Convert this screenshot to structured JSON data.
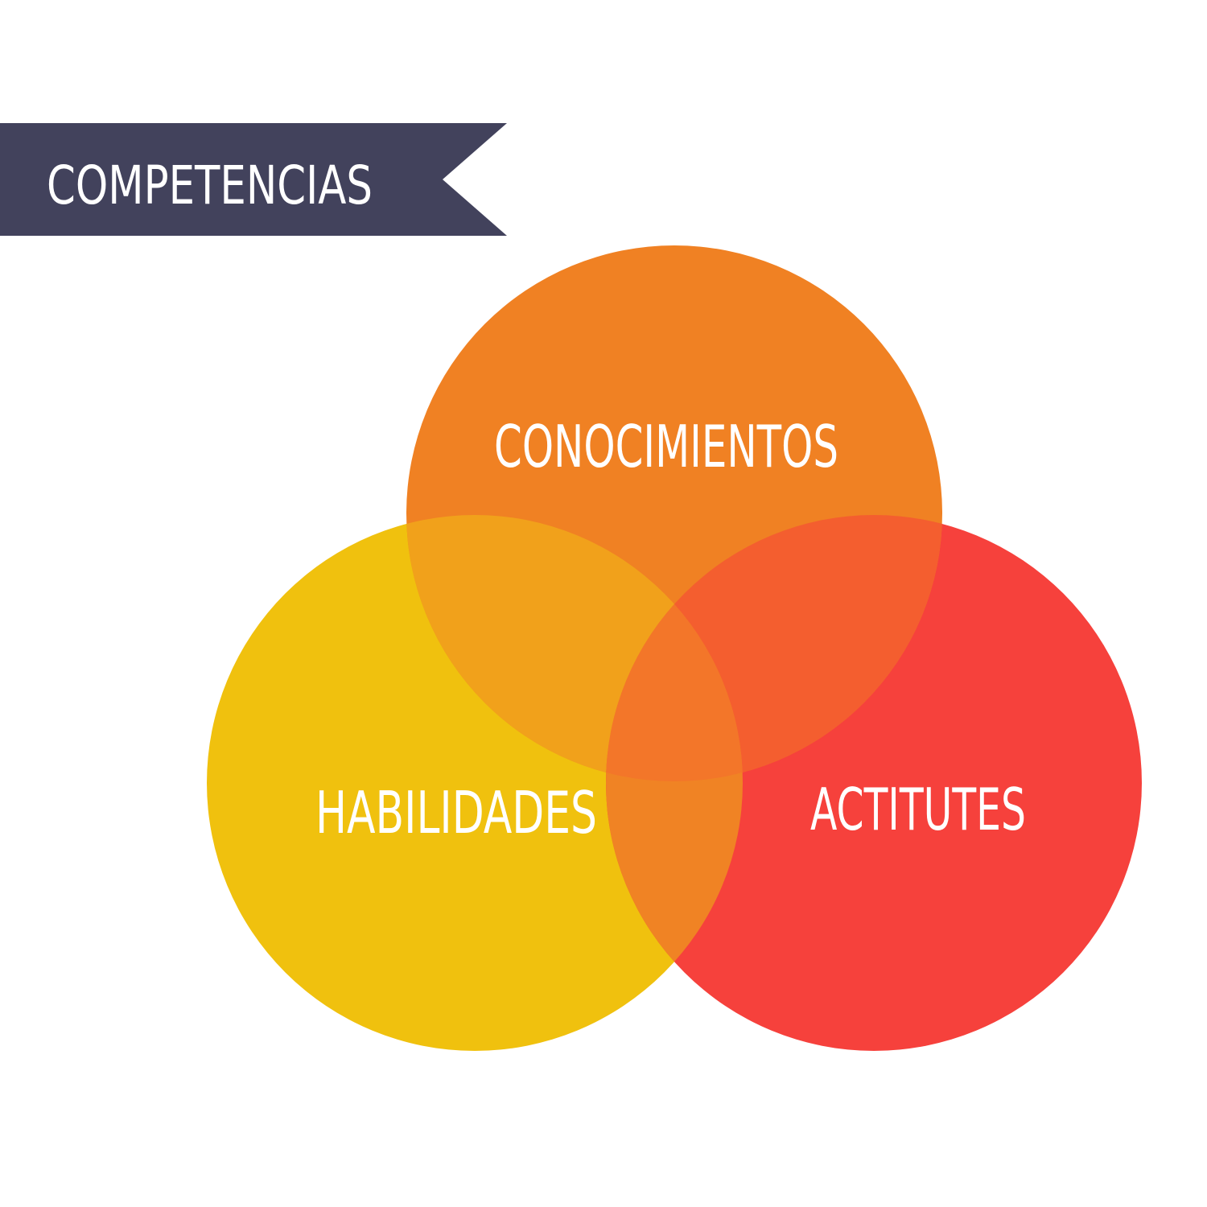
{
  "banner": {
    "title": "COMPETENCIAS",
    "color": "#42425c",
    "text_color": "#ffffff"
  },
  "circles": [
    {
      "label": "CONOCIMIENTOS",
      "color": "#f08123"
    },
    {
      "label": "HABILIDADES",
      "color": "#f0c10e"
    },
    {
      "label": "ACTITUTES",
      "color": "#f6413c"
    }
  ],
  "overlaps": {
    "top_left": "#f1a11b",
    "top_right": "#f45e2f",
    "bottom": "#f08324",
    "center": "#f37629"
  }
}
